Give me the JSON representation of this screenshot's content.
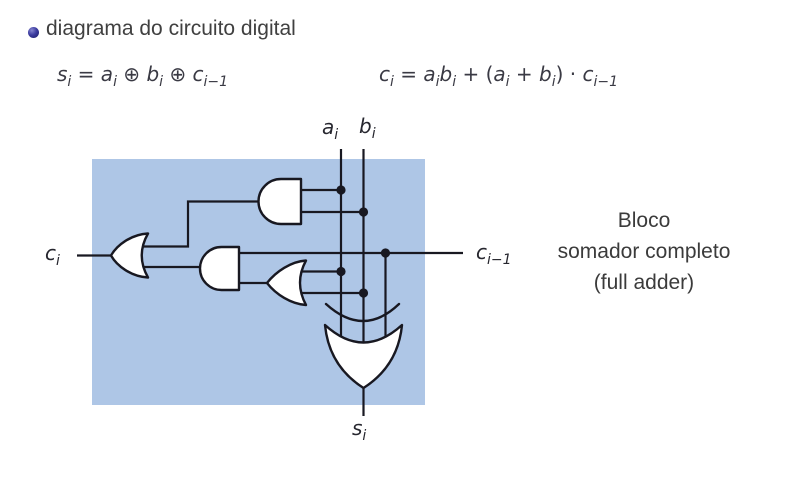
{
  "header": {
    "bullet_color": "#2b2b86",
    "title": "diagrama do circuito digital"
  },
  "equations": {
    "sum": [
      {
        "v": "s"
      },
      {
        "b": "i"
      },
      {
        "o": " = "
      },
      {
        "v": "a"
      },
      {
        "b": "i"
      },
      {
        "o": " ⊕ "
      },
      {
        "v": "b"
      },
      {
        "b": "i"
      },
      {
        "o": " ⊕ "
      },
      {
        "v": "c"
      },
      {
        "b": "i−1"
      }
    ],
    "carry": [
      {
        "v": "c"
      },
      {
        "b": "i"
      },
      {
        "o": " = "
      },
      {
        "v": "a"
      },
      {
        "b": "i"
      },
      {
        "v": "b"
      },
      {
        "b": "i"
      },
      {
        "o": " + ("
      },
      {
        "v": "a"
      },
      {
        "b": "i"
      },
      {
        "o": " + "
      },
      {
        "v": "b"
      },
      {
        "b": "i"
      },
      {
        "o": ") · "
      },
      {
        "v": "c"
      },
      {
        "b": "i−1"
      }
    ]
  },
  "circuit": {
    "box_color": "#aec6e6",
    "wire_color": "#181821",
    "labels": {
      "a": [
        {
          "v": "a"
        },
        {
          "b": "i"
        }
      ],
      "b": [
        {
          "v": "b"
        },
        {
          "b": "i"
        }
      ],
      "cout": [
        {
          "v": "c"
        },
        {
          "b": "i"
        }
      ],
      "cin": [
        {
          "v": "c"
        },
        {
          "b": "i−1"
        }
      ],
      "s": [
        {
          "v": "s"
        },
        {
          "b": "i"
        }
      ]
    },
    "caption_lines": [
      "Bloco",
      "somador completo",
      "(full adder)"
    ]
  }
}
